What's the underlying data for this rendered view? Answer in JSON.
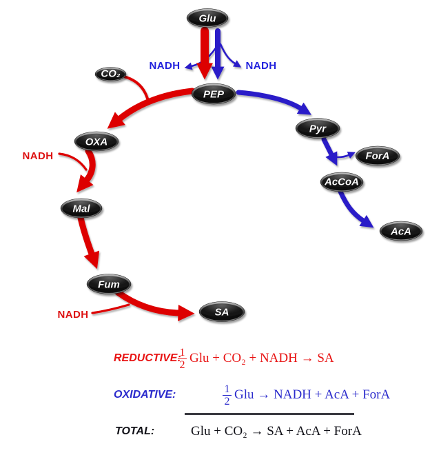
{
  "diagram": {
    "nodes": {
      "glu": "Glu",
      "co2": "CO₂",
      "pep": "PEP",
      "oxa": "OXA",
      "mal": "Mal",
      "fum": "Fum",
      "sa": "SA",
      "pyr": "Pyr",
      "fora": "ForA",
      "accoa": "AcCoA",
      "aca": "AcA"
    },
    "cofactors": {
      "nadh_glycolysis_left": "NADH",
      "nadh_glycolysis_right": "NADH",
      "nadh_oxa_mal": "NADH",
      "nadh_fum_sa": "NADH"
    },
    "colors": {
      "reductive_red": "#dd0505",
      "oxidative_blue": "#2b1cc8",
      "nadh_red_text": "#dd1111",
      "nadh_blue_text": "#2222dd",
      "node_fill": "#0a0a0a"
    }
  },
  "equations": {
    "reductive": {
      "label": "REDUCTIVE:",
      "frac_num": "1",
      "frac_den": "2",
      "body": "Glu + CO₂ + NADH → SA",
      "color": "#e81313"
    },
    "oxidative": {
      "label": "OXIDATIVE:",
      "frac_num": "1",
      "frac_den": "2",
      "body": "Glu → NADH + AcA + ForA",
      "color": "#2a2acc"
    },
    "total": {
      "label": "TOTAL:",
      "body": "Glu + CO₂ → SA + AcA + ForA",
      "color": "#111118"
    }
  }
}
